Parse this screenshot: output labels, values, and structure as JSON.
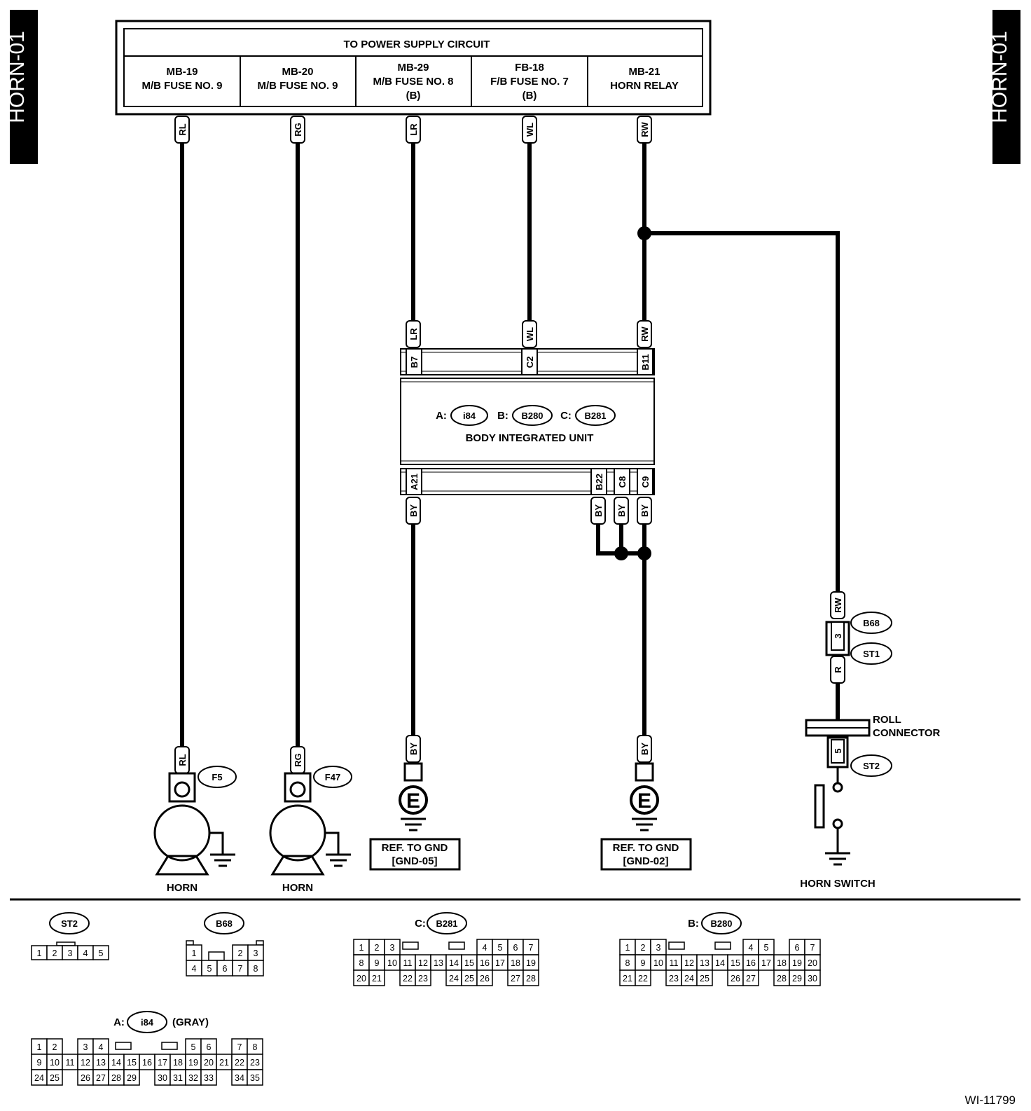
{
  "side_tab": "HORN-01",
  "power": {
    "title": "TO POWER SUPPLY CIRCUIT",
    "cols": [
      [
        "MB-19",
        "M/B FUSE NO. 9"
      ],
      [
        "MB-20",
        "M/B FUSE NO. 9"
      ],
      [
        "MB-29",
        "M/B FUSE NO. 8",
        "(B)"
      ],
      [
        "FB-18",
        "F/B FUSE NO. 7",
        "(B)"
      ],
      [
        "MB-21",
        "HORN RELAY"
      ]
    ]
  },
  "wires": {
    "rl": "RL",
    "rg": "RG",
    "lr": "LR",
    "wl": "WL",
    "rw": "RW",
    "by": "BY",
    "r": "R"
  },
  "biu": {
    "title": "BODY INTEGRATED UNIT",
    "conn_a": "A:",
    "conn_a_id": "i84",
    "conn_b": "B:",
    "conn_b_id": "B280",
    "conn_c": "C:",
    "conn_c_id": "B281",
    "pins_top": [
      "B7",
      "C2",
      "B11"
    ],
    "pins_bottom": [
      "A21",
      "B22",
      "C8",
      "C9"
    ]
  },
  "horn_left": {
    "conn": "F5",
    "label": "HORN"
  },
  "horn_right": {
    "conn": "F47",
    "label": "HORN"
  },
  "gnd_left": {
    "line1": "REF. TO GND",
    "line2": "[GND-05]",
    "symbol": "E"
  },
  "gnd_right": {
    "line1": "REF. TO GND",
    "line2": "[GND-02]",
    "symbol": "E"
  },
  "switch": {
    "b68": "B68",
    "pin3": "3",
    "st1": "ST1",
    "st2": "ST2",
    "pin5": "5",
    "roll1": "ROLL",
    "roll2": "CONNECTOR",
    "label": "HORN SWITCH"
  },
  "connectors": {
    "st2": {
      "name": "ST2",
      "rows": [
        [
          "1",
          "2",
          "3",
          "4",
          "5"
        ]
      ]
    },
    "b68": {
      "name": "B68",
      "rows": [
        [
          "1",
          "2",
          "3"
        ],
        [
          "4",
          "5",
          "6",
          "7",
          "8"
        ]
      ]
    },
    "b281": {
      "prefix": "C:",
      "name": "B281",
      "rows": [
        [
          "1",
          "2",
          "3",
          "4",
          "5",
          "6",
          "7"
        ],
        [
          "8",
          "9",
          "10",
          "11",
          "12",
          "13",
          "14",
          "15",
          "16",
          "17",
          "18",
          "19"
        ],
        [
          "20",
          "21",
          "22",
          "23",
          "24",
          "25",
          "26",
          "27",
          "28"
        ]
      ]
    },
    "b280": {
      "prefix": "B:",
      "name": "B280",
      "rows": [
        [
          "1",
          "2",
          "3",
          "4",
          "5",
          "6",
          "7"
        ],
        [
          "8",
          "9",
          "10",
          "11",
          "12",
          "13",
          "14",
          "15",
          "16",
          "17",
          "18",
          "19",
          "20"
        ],
        [
          "21",
          "22",
          "23",
          "24",
          "25",
          "26",
          "27",
          "28",
          "29",
          "30"
        ]
      ]
    },
    "i84": {
      "prefix": "A:",
      "name": "i84",
      "suffix": "(GRAY)",
      "rows": [
        [
          "1",
          "2",
          "3",
          "4",
          "5",
          "6",
          "7",
          "8"
        ],
        [
          "9",
          "10",
          "11",
          "12",
          "13",
          "14",
          "15",
          "16",
          "17",
          "18",
          "19",
          "20",
          "21",
          "22",
          "23"
        ],
        [
          "24",
          "25",
          "26",
          "27",
          "28",
          "29",
          "30",
          "31",
          "32",
          "33",
          "34",
          "35"
        ]
      ]
    }
  },
  "figure_id": "WI-11799"
}
